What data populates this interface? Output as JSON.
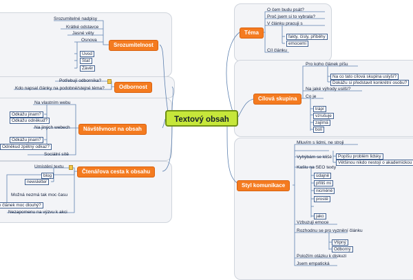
{
  "map": {
    "center": "Textový obsah",
    "branches": {
      "tema": {
        "label": "Téma",
        "items": [
          "O čem budu psát?",
          "Proč jsem si to vybrala?",
          "V článku pracuji s",
          "Cíl článku"
        ],
        "sub": [
          "fakty, čísly, příběhy",
          "emocemi"
        ]
      },
      "cilova": {
        "label": "Cílová skupina",
        "items": [
          "Pro koho článek píšu",
          "Na jaké výhody usilší?",
          "Co je"
        ],
        "sub1": [
          "Na co tato cílová skupina uslyší?",
          "Dokážu si představit konkrétní osobu?"
        ],
        "sub2": [
          "trápí",
          "vzrušuje",
          "zajímá",
          "bolí"
        ]
      },
      "styl": {
        "label": "Styl komunikace",
        "items": [
          "Mluvím s lidmi, ne stroji",
          "Kašlu na SEO texty",
          "Vyhýbám se klišé",
          "Vzbuzuji emoce",
          "Rozhodnu se pro vyznění článku",
          "Položím otázku k diskuzi",
          "Jsem empatická"
        ],
        "sub1": [
          "Popíšu problém lidsky",
          "Většinou nikdo nestojí o akademickou mluvu"
        ],
        "sub2": [
          "údajně",
          "příliš mi",
          "nicméně",
          "prostě",
          "jako"
        ],
        "sub3": [
          "Vtipný",
          "Odborný"
        ]
      },
      "srozumitelnost": {
        "label": "Srozumitelnost",
        "items": [
          "Srozumitelné nadpisy",
          "Krátké odstavce",
          "Jasné věty",
          "Osnova"
        ],
        "sub": [
          "Úvod",
          "Stať",
          "Závěr"
        ]
      },
      "odbornost": {
        "label": "Odbornost",
        "items": [
          "Potřebují odborníka?",
          "Kdo napsal články na podobné/stejné téma?"
        ]
      },
      "navstevnost": {
        "label": "Návštěvnost na obsah",
        "items": [
          "Na vlastním webu",
          "Na jiných webech",
          "Sociální sítě"
        ],
        "sub1": [
          "Odkážu jinam?",
          "Odkážu odněkud?"
        ],
        "sub2": [
          "Odkážu jinam?",
          "Odněkud zpětný odkaz?"
        ]
      },
      "cesta": {
        "label": "Čtenářova cesta k obsahu",
        "items": [
          "Umístění textu",
          "Možná nezmá tak moc času",
          "Nezapomenu na výzvu k akci"
        ],
        "sub1": [
          "blog",
          "newsletter"
        ],
        "sub2": [
          "Nebude článek moc dlouhý?"
        ]
      }
    }
  }
}
